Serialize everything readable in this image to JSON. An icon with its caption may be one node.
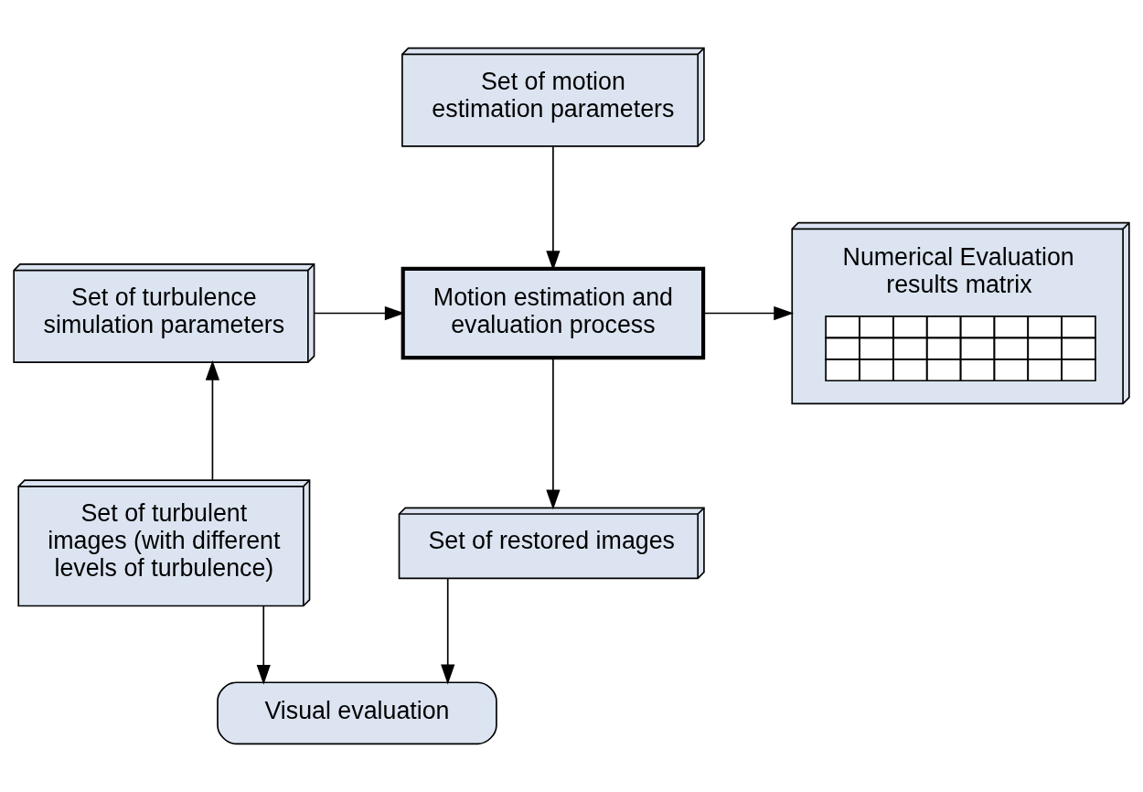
{
  "diagram": {
    "nodes": [
      {
        "text": [
          "Set of motion estimation parameters"
        ]
      },
      {
        "text": [
          "Set of turbulence simulation parameters"
        ]
      },
      {
        "text": [
          "Motion estimation and evaluation process"
        ]
      },
      {
        "text": [
          "Numerical Evaluation results matrix"
        ]
      },
      {
        "text": [
          "Set of turbulent images (with different levels of turbulence)"
        ]
      },
      {
        "text": [
          "Set of restored images"
        ]
      },
      {
        "text": [
          "Visual evaluation"
        ]
      }
    ],
    "edges": [
      {
        "from": 0,
        "to": 2,
        "arrow": "to"
      },
      {
        "from": 1,
        "to": 2,
        "arrow": "to"
      },
      {
        "from": 2,
        "to": 3,
        "arrow": "to"
      },
      {
        "from": 4,
        "to": 1,
        "arrow": "to"
      },
      {
        "from": 2,
        "to": 5,
        "arrow": "to"
      },
      {
        "from": 4,
        "to": 6,
        "arrow": "to"
      },
      {
        "from": 5,
        "to": 6,
        "arrow": "to"
      }
    ]
  }
}
